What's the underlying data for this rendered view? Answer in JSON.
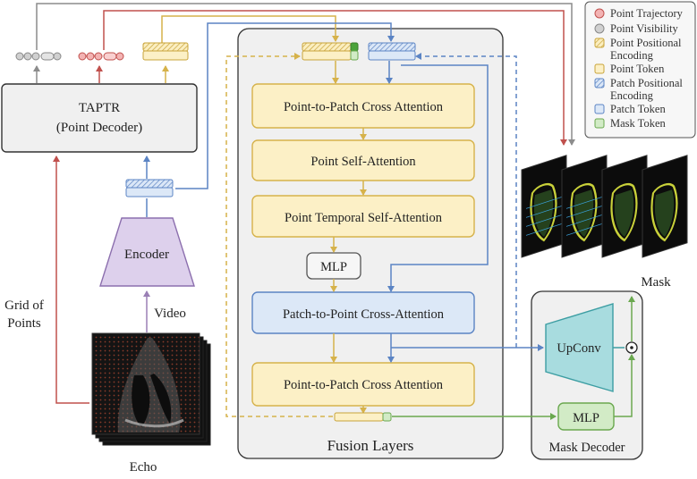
{
  "decoder_box": {
    "line1": "TAPTR",
    "line2": "(Point Decoder)"
  },
  "encoder": {
    "label": "Encoder"
  },
  "fusion": {
    "title": "Fusion Layers",
    "blocks": [
      "Point-to-Patch Cross Attention",
      "Point Self-Attention",
      "Point Temporal Self-Attention",
      "Patch-to-Point Cross-Attention",
      "Point-to-Patch Cross Attention"
    ],
    "mlp": "MLP"
  },
  "mask_decoder": {
    "title": "Mask Decoder",
    "upconv": "UpConv",
    "mlp": "MLP"
  },
  "labels": {
    "grid_line1": "Grid of",
    "grid_line2": "Points",
    "video": "Video",
    "echo": "Echo",
    "mask": "Mask"
  },
  "legend": [
    {
      "text": "Point Trajectory"
    },
    {
      "text": "Point Visibility"
    },
    {
      "text": "Point Positional"
    },
    {
      "text": "Encoding"
    },
    {
      "text": "Point Token"
    },
    {
      "text": "Patch Positional"
    },
    {
      "text": "Encoding"
    },
    {
      "text": "Patch Token"
    },
    {
      "text": "Mask Token"
    }
  ],
  "colors": {
    "red": "#c0504d",
    "gray": "#8c8c8c",
    "yellow": "#d6b24a",
    "blue": "#5b84c4",
    "green": "#6aa84f",
    "purple": "#9a7fb5",
    "teal": "#4fb3b8"
  }
}
